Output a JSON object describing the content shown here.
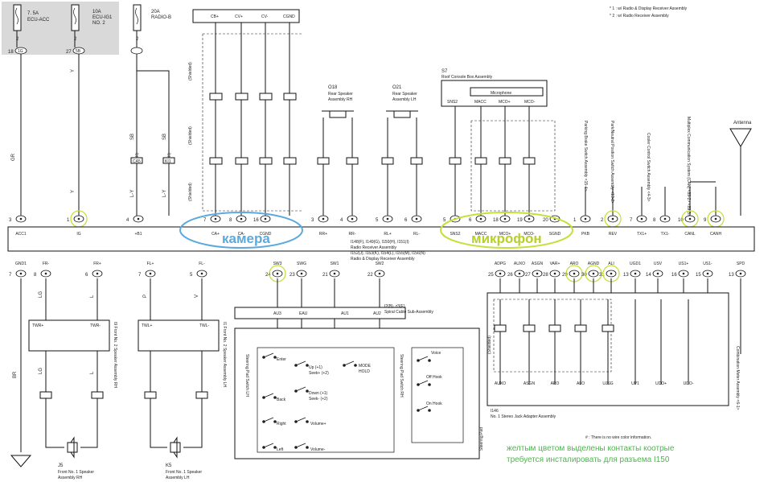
{
  "legend": {
    "l1": "* 1 : w/ Radio & Display Receiver Assembly",
    "l2": "* 2 : w/ Radio Receiver Assembly",
    "note": "# : There is no wire color information."
  },
  "fuses": [
    {
      "label": "7. 5A\nECU-ACC",
      "conn": "1G",
      "pin": "18",
      "wire": "GR"
    },
    {
      "label": "10A\nECU-IG1\nNO. 2",
      "conn": "5B",
      "pin": "27",
      "wire": "Y"
    },
    {
      "label": "20A\nRADIO-B",
      "conn": "",
      "pin": "",
      "wire": ""
    }
  ],
  "head_pins": [
    "CB+",
    "CV+",
    "CV-",
    "CGND"
  ],
  "top_pins": [
    "ACC1",
    "IG",
    "+B1",
    "CA+",
    "CA-",
    "CGND",
    "RR+",
    "RR-",
    "RL+",
    "RL-",
    "SNS2",
    "MACC",
    "MCO+",
    "MCO-",
    "SGND",
    "PKB",
    "REV",
    "TX1+",
    "TX1-",
    "CANL",
    "CANH"
  ],
  "bottom_pins": [
    "GND1",
    "FR-",
    "FR+",
    "FL+",
    "FL-",
    "SW3",
    "SWG",
    "SW1",
    "SW2",
    "ADPG",
    "AUXO",
    "ASGN",
    "VAR+",
    "ARO",
    "AGND",
    "ALI",
    "UGD1",
    "USV",
    "US1+",
    "US1-",
    "SPD"
  ],
  "pin_nums_top": [
    "3",
    "1",
    "4",
    "7",
    "8",
    "16",
    "3",
    "4",
    "5",
    "6",
    "5",
    "6",
    "18",
    "19",
    "20",
    "1",
    "2",
    "7",
    "8",
    "10",
    "9"
  ],
  "pin_nums_bottom": [
    "7",
    "8",
    "6",
    "7",
    "5",
    "24",
    "23",
    "21",
    "22",
    "25",
    "26",
    "27",
    "28",
    "29",
    "30",
    "31",
    "13",
    "14",
    "16",
    "15",
    "13"
  ],
  "receiver": {
    "title1": "I148(F), I149(G), I150(H), I151(I)",
    "title2": "Radio Receiver Assembly",
    "title3": "I152(J), I153(K), I154(L), I155(M), I156(N)",
    "title4": "Radio & Display Receiver Assembly"
  },
  "rear_speakers": [
    {
      "id": "O18",
      "name": "Rear Speaker\nAssembly RH"
    },
    {
      "id": "O21",
      "name": "Rear Speaker\nAssembly LH"
    }
  ],
  "roof_console": {
    "id": "S7",
    "name": "Roof Console Box Assembly",
    "part": "Microphone",
    "pins": [
      "SNS2",
      "MACC",
      "MCO+",
      "MCO-"
    ]
  },
  "antenna": "Antenna",
  "side_labels": {
    "parking": "Parking Brake Switch Assembly <15-4>",
    "reverse": "Park/Neutral Position Switch Assembly <13-2>",
    "cooler": "Cooler Control Switch Assembly <4-3>",
    "can": "Multiplex Communication System (CAN) <89-2> <89-3>",
    "combo": "Combination Meter Assembly <6-1>"
  },
  "speakers_front": [
    {
      "box": [
        "TWR+",
        "TWR-"
      ],
      "name": "I9 Front No. 2 Speaker Assembly RH",
      "conn": "J5",
      "cname": "Front No. 1 Speaker\nAssembly RH"
    },
    {
      "box": [
        "TWL+",
        "TWL-"
      ],
      "name": "I1 Front No. 2 Speaker Assembly LH",
      "conn": "K5",
      "cname": "Front No. 1 Speaker\nAssembly LH"
    }
  ],
  "spiral": {
    "pins": [
      "AU3",
      "EAU",
      "AU1",
      "AU2"
    ],
    "name1": "I2(B), z3(E)",
    "name2": "Spiral Cable Sub-Assembly"
  },
  "steering": {
    "lh_title": "Steering Pad Switch LH",
    "rh_title": "Steering Pad Switch RH",
    "lh_switches": [
      "Enter",
      "Back",
      "Right",
      "Left"
    ],
    "mid_switches": [
      "Up (+1)\nSeek+ (+2)",
      "Down (+1)\nSeek- (+2)",
      "Volume+",
      "Volume-"
    ],
    "mode": "MODE\nHOLD",
    "rh_switches": [
      "Voice",
      "Off Hook",
      "On Hook"
    ],
    "assy": "z3(E)\nSteering Pad\nSwitch Assembly"
  },
  "stereo_jack": {
    "pins": [
      "AUXO",
      "ASGN",
      "ARO",
      "ALO",
      "UJSG",
      "UP1",
      "UDO+",
      "UDO-"
    ],
    "name1": "I146",
    "name2": "No. 1 Stereo Jack Adapter Assembly"
  },
  "annotations": {
    "camera": "камера",
    "microphone": "микрофон",
    "note_line1": "желтым цветом выделены контакты коотрые",
    "note_line2": "требуется инсталировать для разъема I150"
  }
}
